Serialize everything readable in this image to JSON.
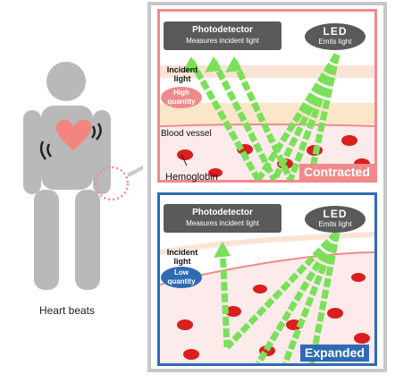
{
  "person": {
    "caption": "Heart beats"
  },
  "photodetector": {
    "title": "Photodetector",
    "subtitle": "Measures incident light"
  },
  "led": {
    "title": "LED",
    "subtitle": "Emits light"
  },
  "incident_light": {
    "label_line1": "Incident",
    "label_line2": "light"
  },
  "top_panel": {
    "quantity_line1": "High",
    "quantity_line2": "quantity",
    "blood_vessel_label": "Blood vessel",
    "hemoglobin_label": "Hemoglobin",
    "state_label": "Contracted"
  },
  "bottom_panel": {
    "quantity_line1": "Low",
    "quantity_line2": "quantity",
    "state_label": "Expanded"
  },
  "colors": {
    "contracted_accent": "#f08a8a",
    "expanded_accent": "#2f6bb5",
    "light_green": "#7ae05a",
    "hemoglobin_red": "#d81e1e",
    "figure_gray": "#b9b9b9",
    "heart_pink": "#f3857f"
  }
}
